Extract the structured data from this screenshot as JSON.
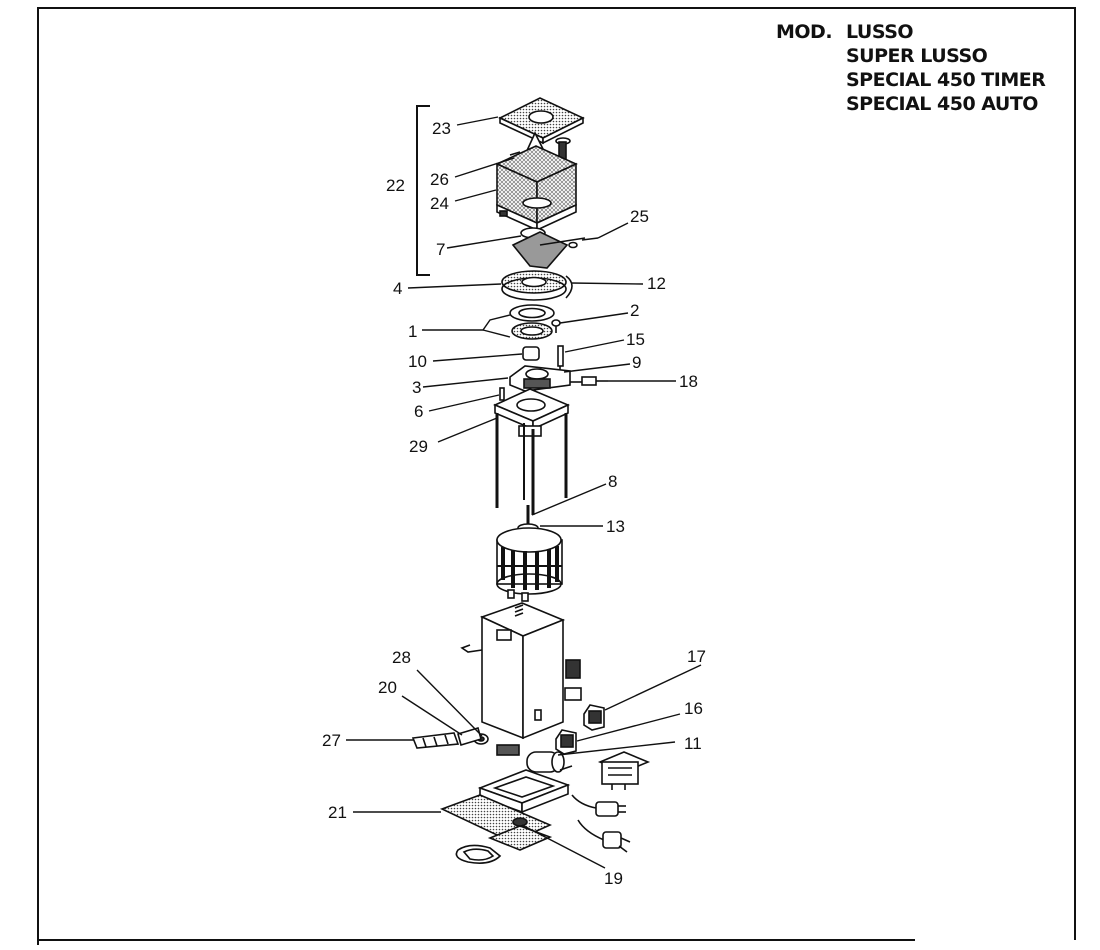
{
  "models": {
    "prefix": "MOD.",
    "names": [
      "LUSSO",
      "SUPER LUSSO",
      "SPECIAL 450 TIMER",
      "SPECIAL 450 AUTO"
    ]
  },
  "callouts": [
    "23",
    "26",
    "24",
    "22",
    "25",
    "7",
    "4",
    "12",
    "2",
    "1",
    "15",
    "10",
    "9",
    "3",
    "18",
    "6",
    "29",
    "8",
    "13",
    "17",
    "28",
    "20",
    "16",
    "27",
    "11",
    "21",
    "19"
  ],
  "colors": {
    "line": "#111111",
    "mesh": "#9a9a9a",
    "paper": "#ffffff"
  }
}
